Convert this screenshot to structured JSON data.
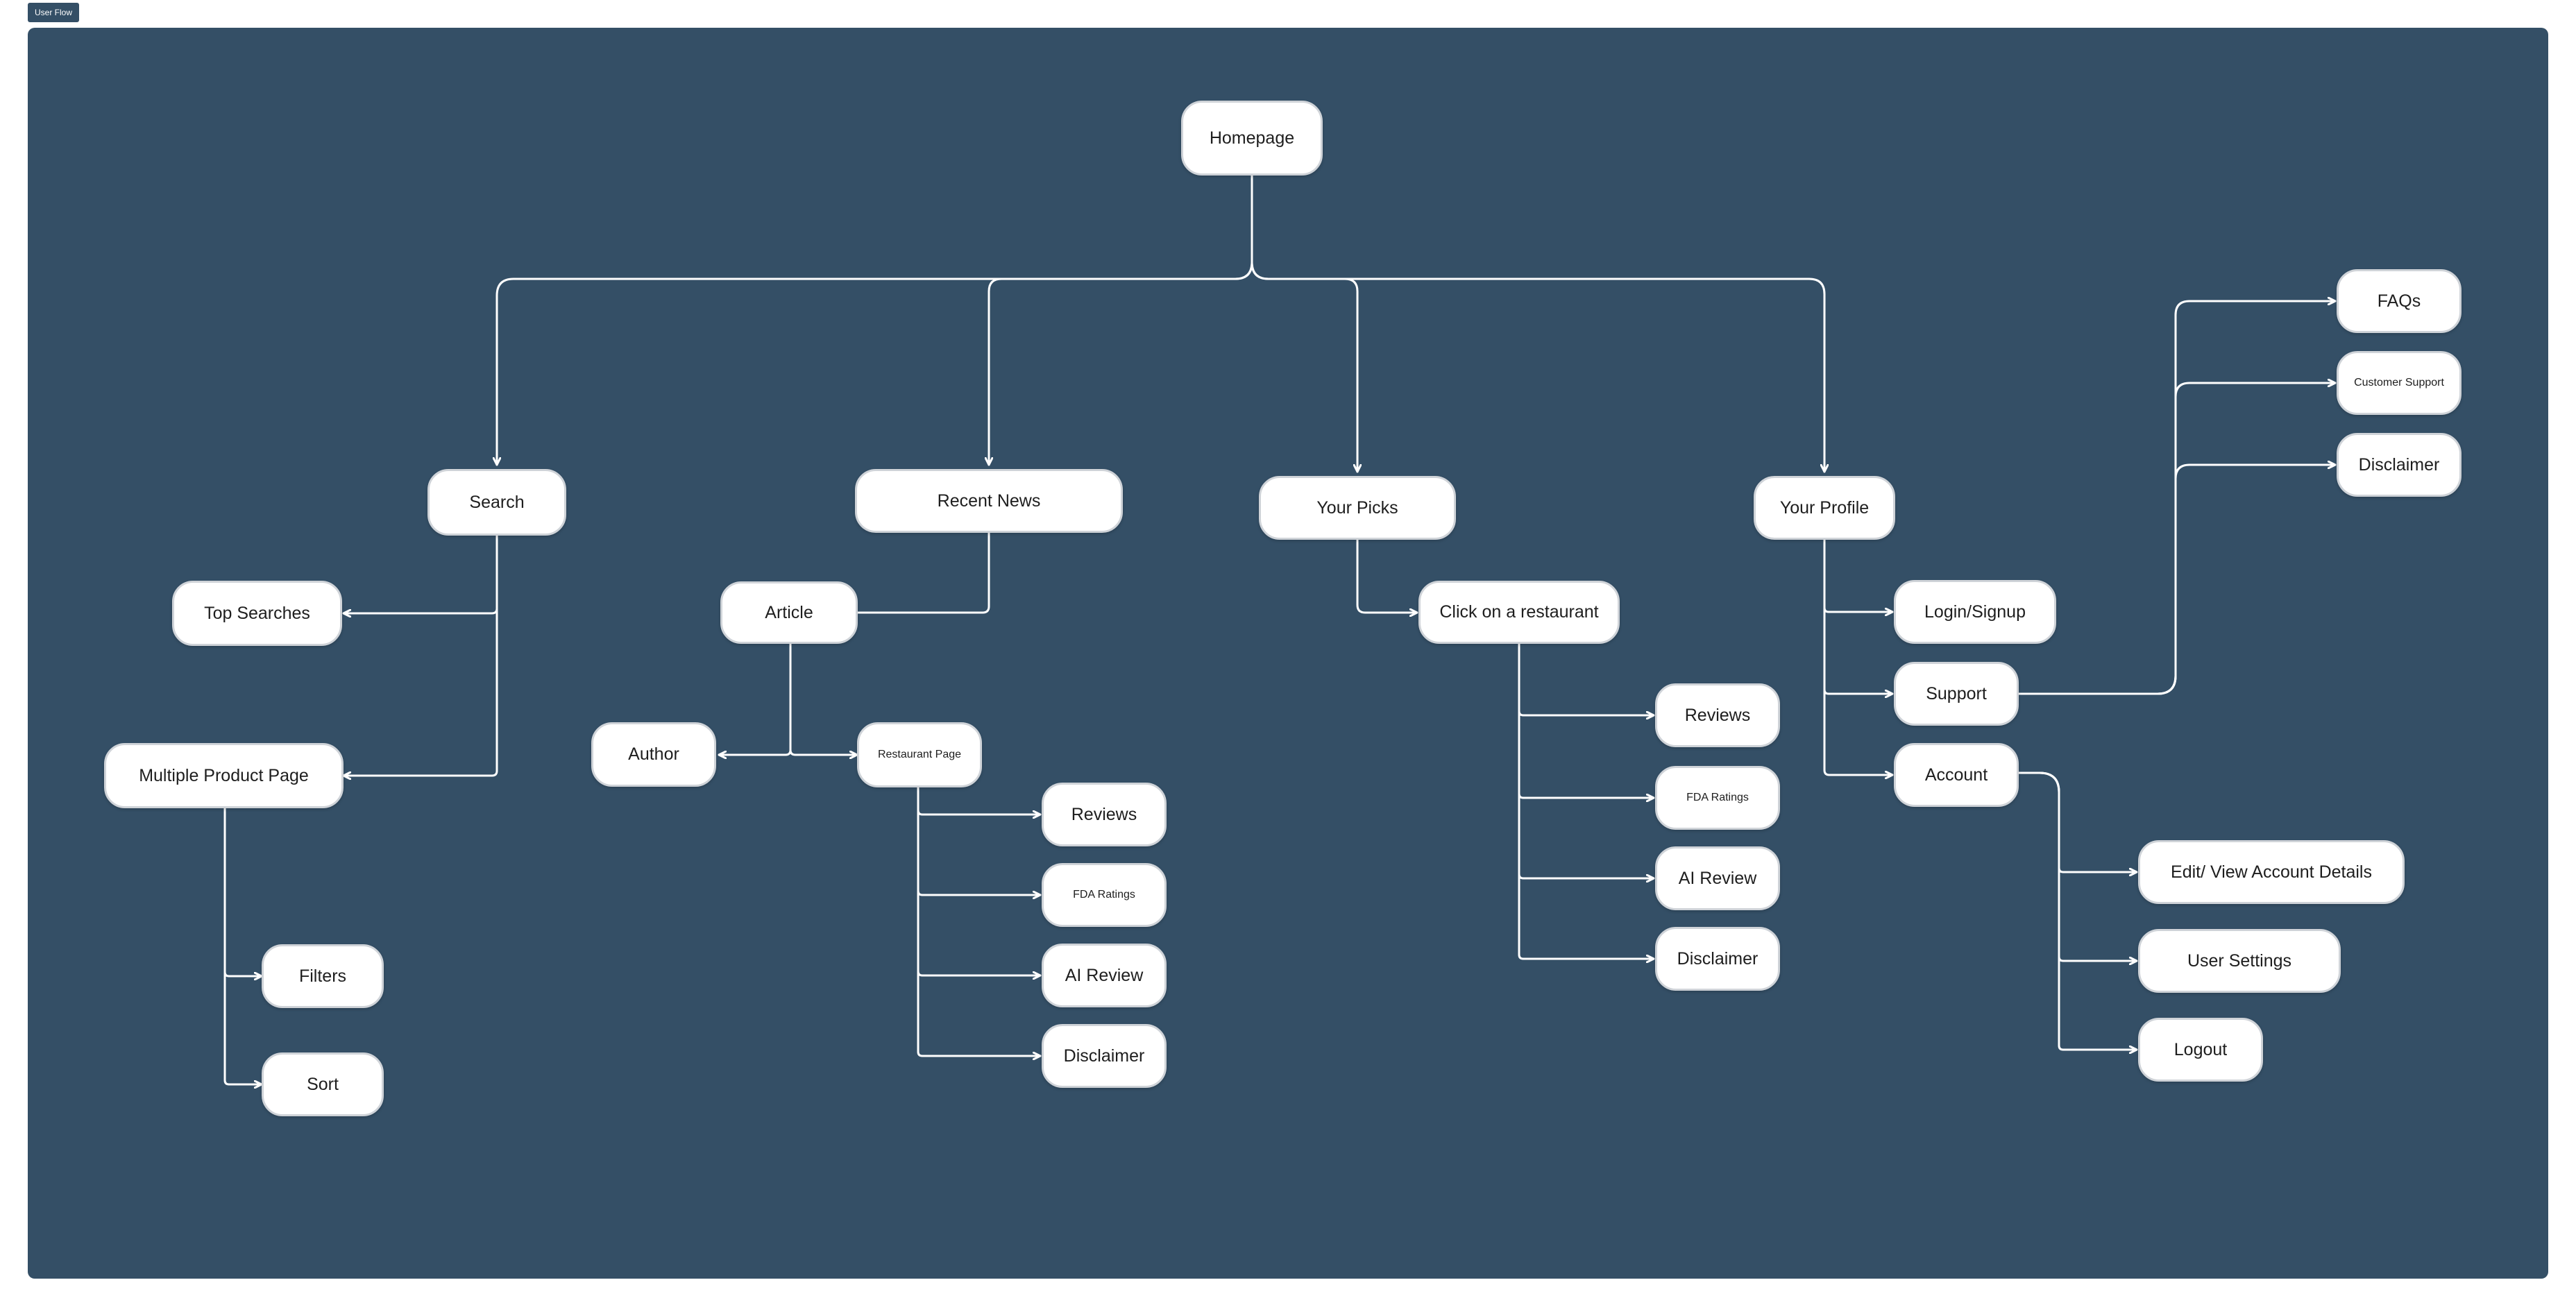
{
  "frame": {
    "label": "User Flow",
    "background": "#344f66",
    "edge_color": "#ffffff",
    "node_fill": "#ffffff",
    "node_text_color": "#1e1e1e"
  },
  "nodes": {
    "homepage": "Homepage",
    "search": "Search",
    "recent_news": "Recent News",
    "your_picks": "Your Picks",
    "your_profile": "Your Profile",
    "top_searches": "Top Searches",
    "multiple_product_page": "Multiple Product Page",
    "filters": "Filters",
    "sort": "Sort",
    "article": "Article",
    "author": "Author",
    "restaurant_page": "Restaurant Page",
    "rp_reviews": "Reviews",
    "rp_fda_ratings": "FDA Ratings",
    "rp_ai_review": "AI Review",
    "rp_disclaimer": "Disclaimer",
    "click_restaurant": "Click on a restaurant",
    "cr_reviews": "Reviews",
    "cr_fda_ratings": "FDA Ratings",
    "cr_ai_review": "AI Review",
    "cr_disclaimer": "Disclaimer",
    "login_signup": "Login/Signup",
    "support": "Support",
    "account": "Account",
    "faqs": "FAQs",
    "customer_support": "Customer Support",
    "sup_disclaimer": "Disclaimer",
    "edit_account": "Edit/ View Account Details",
    "user_settings": "User Settings",
    "logout": "Logout"
  },
  "edges": [
    [
      "homepage",
      "search"
    ],
    [
      "homepage",
      "recent_news"
    ],
    [
      "homepage",
      "your_picks"
    ],
    [
      "homepage",
      "your_profile"
    ],
    [
      "search",
      "top_searches"
    ],
    [
      "search",
      "multiple_product_page"
    ],
    [
      "multiple_product_page",
      "filters"
    ],
    [
      "multiple_product_page",
      "sort"
    ],
    [
      "recent_news",
      "article"
    ],
    [
      "article",
      "author"
    ],
    [
      "article",
      "restaurant_page"
    ],
    [
      "restaurant_page",
      "rp_reviews"
    ],
    [
      "restaurant_page",
      "rp_fda_ratings"
    ],
    [
      "restaurant_page",
      "rp_ai_review"
    ],
    [
      "restaurant_page",
      "rp_disclaimer"
    ],
    [
      "your_picks",
      "click_restaurant"
    ],
    [
      "click_restaurant",
      "cr_reviews"
    ],
    [
      "click_restaurant",
      "cr_fda_ratings"
    ],
    [
      "click_restaurant",
      "cr_ai_review"
    ],
    [
      "click_restaurant",
      "cr_disclaimer"
    ],
    [
      "your_profile",
      "login_signup"
    ],
    [
      "your_profile",
      "support"
    ],
    [
      "your_profile",
      "account"
    ],
    [
      "support",
      "faqs"
    ],
    [
      "support",
      "customer_support"
    ],
    [
      "support",
      "sup_disclaimer"
    ],
    [
      "account",
      "edit_account"
    ],
    [
      "account",
      "user_settings"
    ],
    [
      "account",
      "logout"
    ]
  ]
}
